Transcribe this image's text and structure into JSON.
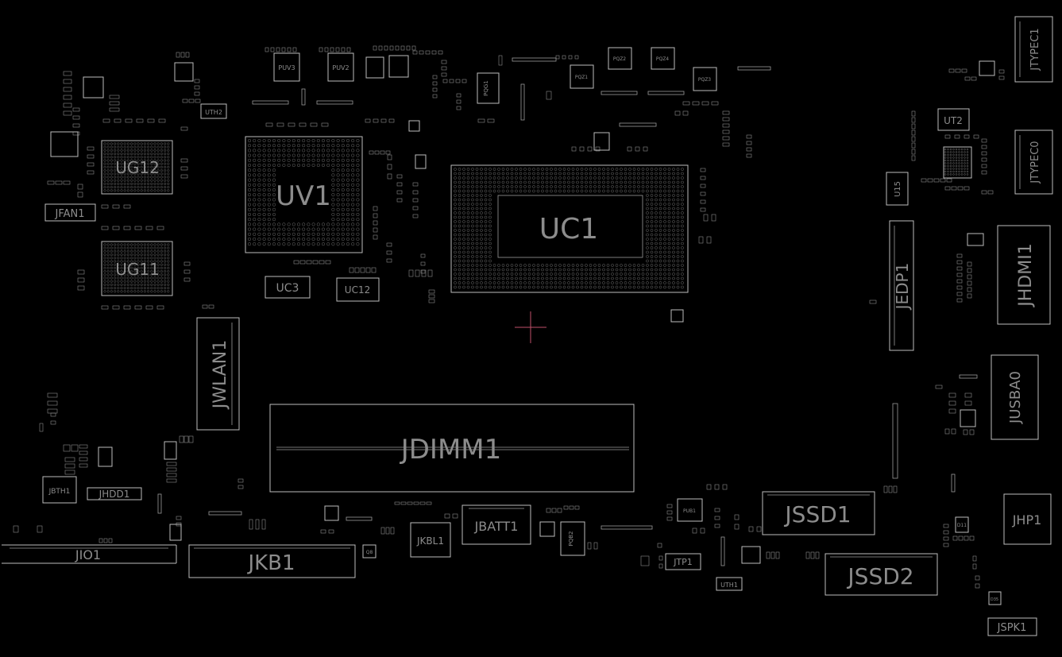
{
  "board": {
    "labels": {
      "uc1": "UC1",
      "uv1": "UV1",
      "ug12": "UG12",
      "ug11": "UG11",
      "jdimm1": "JDIMM1",
      "jwlan1": "JWLAN1",
      "jkb1": "JKB1",
      "jio1": "JIO1",
      "jbatt1": "JBATT1",
      "jkbl1": "JKBL1",
      "jssd1": "JSSD1",
      "jssd2": "JSSD2",
      "jedp1": "JEDP1",
      "jhdmi1": "JHDMI1",
      "jusba0": "JUSBA0",
      "jtypec1": "JTYPEC1",
      "jtypec0": "JTYPEC0",
      "jhp1": "JHP1",
      "jspk1": "JSPK1",
      "jfan1": "JFAN1",
      "jhdd1": "JHDD1",
      "jbth1": "JBTH1",
      "jtp1": "JTP1",
      "uth1": "UTH1",
      "uth2": "UTH2",
      "ut2": "UT2",
      "u15": "U15",
      "uc12": "UC12",
      "uc3": "UC3",
      "pqz1": "PQZ1",
      "pqz2": "PQZ2",
      "pqz3": "PQZ3",
      "pqz4": "PQZ4",
      "pqg1": "PQG1",
      "pqb2": "PQB2",
      "puv3": "PUV3",
      "puv2": "PUV2",
      "pub1": "PUB1",
      "q8": "Q8",
      "d11": "D11",
      "d35": "D35"
    }
  }
}
